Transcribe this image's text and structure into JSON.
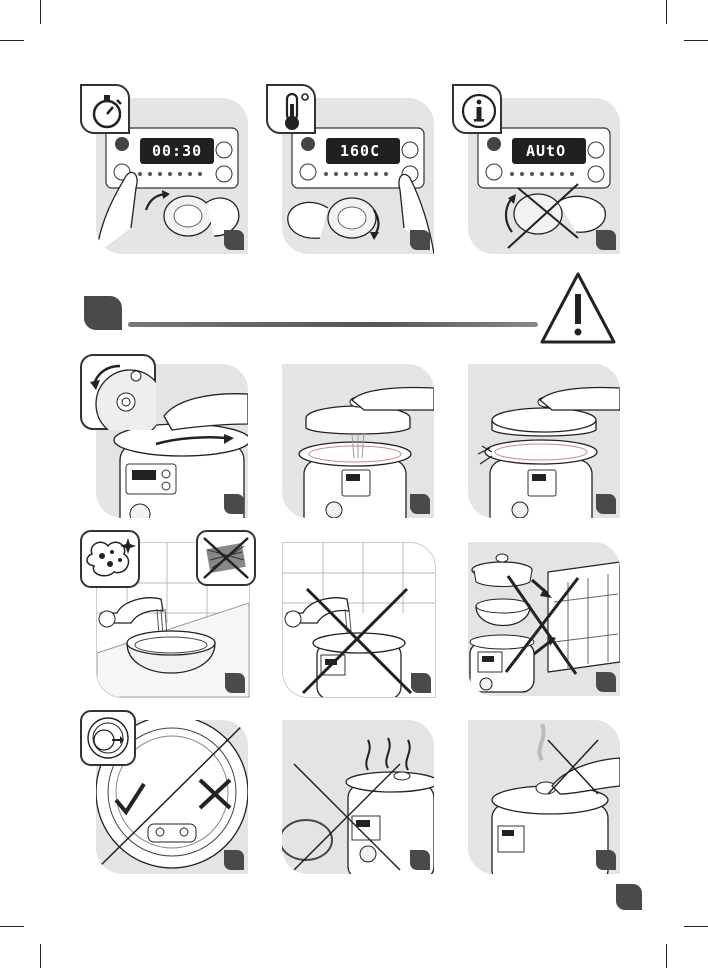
{
  "page": {
    "background": "#ffffff",
    "panel_color": "#e4e4e4",
    "badge_color": "#4a4a4a"
  },
  "top_panels": [
    {
      "icon": "stopwatch-icon",
      "display": "00:30"
    },
    {
      "icon": "thermometer-icon",
      "display": "160C"
    },
    {
      "icon": "info-icon",
      "display": "AUtO"
    }
  ],
  "warning": {
    "icon": "warning-triangle-icon"
  },
  "illustrations": [
    "lid-rotate-close-icon",
    "lid-lift-illustration",
    "lid-force-forbidden-illustration",
    "sponge-wash-icon",
    "abrasive-pad-forbidden-icon",
    "cooker-under-tap-forbidden-illustration",
    "dishwasher-forbidden-illustration",
    "gasket-check-illustration",
    "steam-no-gasket-forbidden-illustration",
    "valve-touch-forbidden-illustration"
  ]
}
